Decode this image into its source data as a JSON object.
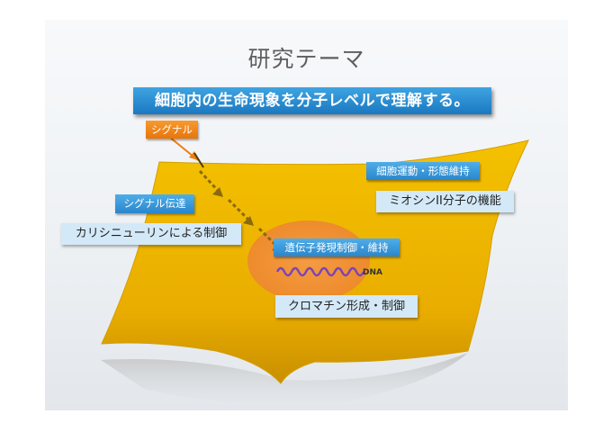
{
  "title": "研究テーマ",
  "banner": "細胞内の生命現象を分子レベルで理解する。",
  "signal": "シグナル",
  "signal_transduction": {
    "tag": "シグナル伝達",
    "topic": "カリシニューリンによる制御"
  },
  "cell_motility": {
    "tag": "細胞運動・形態維持",
    "topic": "ミオシンII分子の機能"
  },
  "gene_expression": {
    "tag": "遺伝子発現制御・維持",
    "dna": "DNA",
    "topic": "クロマチン形成・制御"
  },
  "colors": {
    "cell": "#f0b400",
    "nucleus": "#f08a2a",
    "banner": "#2a86cc",
    "signal": "#f07d0d",
    "dna": "#7a45b8"
  }
}
